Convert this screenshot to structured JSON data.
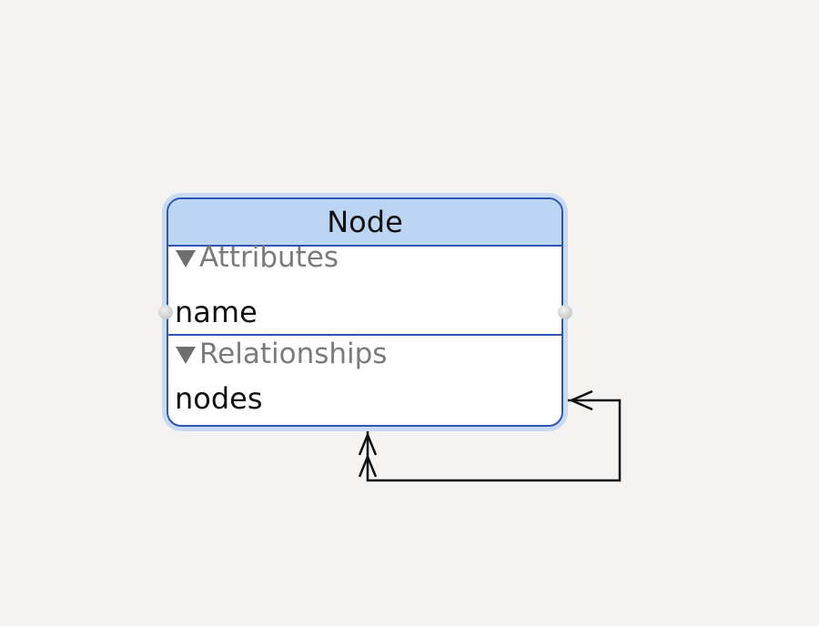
{
  "entity": {
    "name": "Node",
    "attributes": {
      "title": "Attributes",
      "items": [
        "name"
      ]
    },
    "relationships": {
      "title": "Relationships",
      "items": [
        "nodes"
      ]
    }
  },
  "relationship_edges": [
    {
      "from": "Node.nodes",
      "to": "Node",
      "type": "to-many",
      "reflexive": true
    }
  ],
  "colors": {
    "canvas": "#f4f3f2",
    "entity_border": "#2f55b3",
    "entity_header": "#bcd5f2",
    "selection_glow": "#c9dbf2",
    "section_title": "#7b7b7b",
    "edge": "#111111"
  },
  "icons": {
    "section_disclosure": "triangle-down-icon",
    "connection_handle": "connector-dot-icon",
    "edge_head": "double-arrowhead-icon"
  }
}
